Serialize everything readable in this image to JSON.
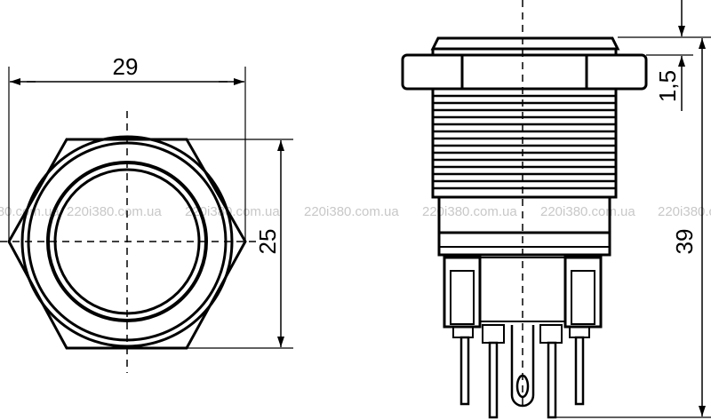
{
  "title": "Push button switch dimensional drawing",
  "dimensions": {
    "width_across_corners": "29",
    "width_across_flats": "25",
    "flange_height": "1,5",
    "total_height": "39"
  },
  "watermark": {
    "text": "220i380.com.ua"
  },
  "colors": {
    "line": "#000000",
    "watermark": "#c8c8c8",
    "background": "#ffffff"
  }
}
